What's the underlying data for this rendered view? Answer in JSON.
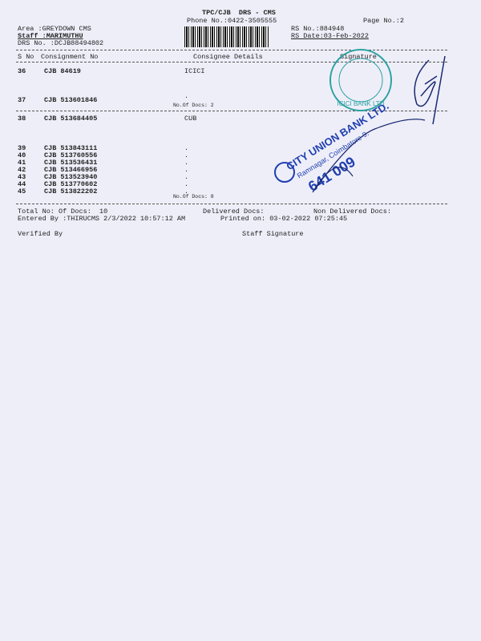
{
  "header": {
    "title": "TPC/CJB  DRS - CMS",
    "phone": "Phone No.:0422-3505555",
    "page_no": "Page No.:2",
    "area": "Area :GREYDOWN CMS",
    "staff": "Staff :MARIMUTHU",
    "drs_no": "DRS No. :DCJB88494802",
    "rs_no": "RS No.:884948",
    "rs_date": "RS Date:03-Feb-2022"
  },
  "columns": {
    "sno": "S No",
    "consignment": "Consignment No",
    "consignee": "Consignee Details",
    "signature": "Signature"
  },
  "groups": [
    {
      "rows": [
        {
          "sno": "36",
          "consignment": "CJB 84619",
          "consignee": "ICICI"
        },
        {
          "sno": "37",
          "consignment": "CJB 513601846",
          "consignee": "."
        }
      ],
      "docs": "No.Of Docs: 2"
    },
    {
      "rows": [
        {
          "sno": "38",
          "consignment": "CJB 513684405",
          "consignee": "CUB"
        },
        {
          "sno": "39",
          "consignment": "CJB 513843111",
          "consignee": "."
        },
        {
          "sno": "40",
          "consignment": "CJB 513760556",
          "consignee": "."
        },
        {
          "sno": "41",
          "consignment": "CJB 513536431",
          "consignee": "."
        },
        {
          "sno": "42",
          "consignment": "CJB 513466956",
          "consignee": "."
        },
        {
          "sno": "43",
          "consignment": "CJB 513523940",
          "consignee": "."
        },
        {
          "sno": "44",
          "consignment": "CJB 513770602",
          "consignee": "."
        },
        {
          "sno": "45",
          "consignment": "CJB 513822202",
          "consignee": "."
        }
      ],
      "docs": "No.Of Docs: 8"
    }
  ],
  "footer": {
    "total": "Total No: Of Docs:  10",
    "delivered": "Delivered Docs:",
    "non_delivered": "Non Delivered Docs:",
    "entered_by": "Entered By :THIRUCMS 2/3/2022 10:57:12 AM",
    "printed_on": "Printed on: 03-02-2022 07:25:45",
    "verified_by": "Verified By",
    "staff_signature": "Staff Signature"
  },
  "stamps": {
    "icici": "ICICI BANK LTD",
    "cub": "CITY UNION BANK LTD. Ramnagar, Coimbatore-9. 641 009"
  },
  "colors": {
    "paper": "#eeeef9",
    "stamp_icici": "#2aa3a0",
    "stamp_cub": "#1f3fb0",
    "ink": "#222222"
  }
}
